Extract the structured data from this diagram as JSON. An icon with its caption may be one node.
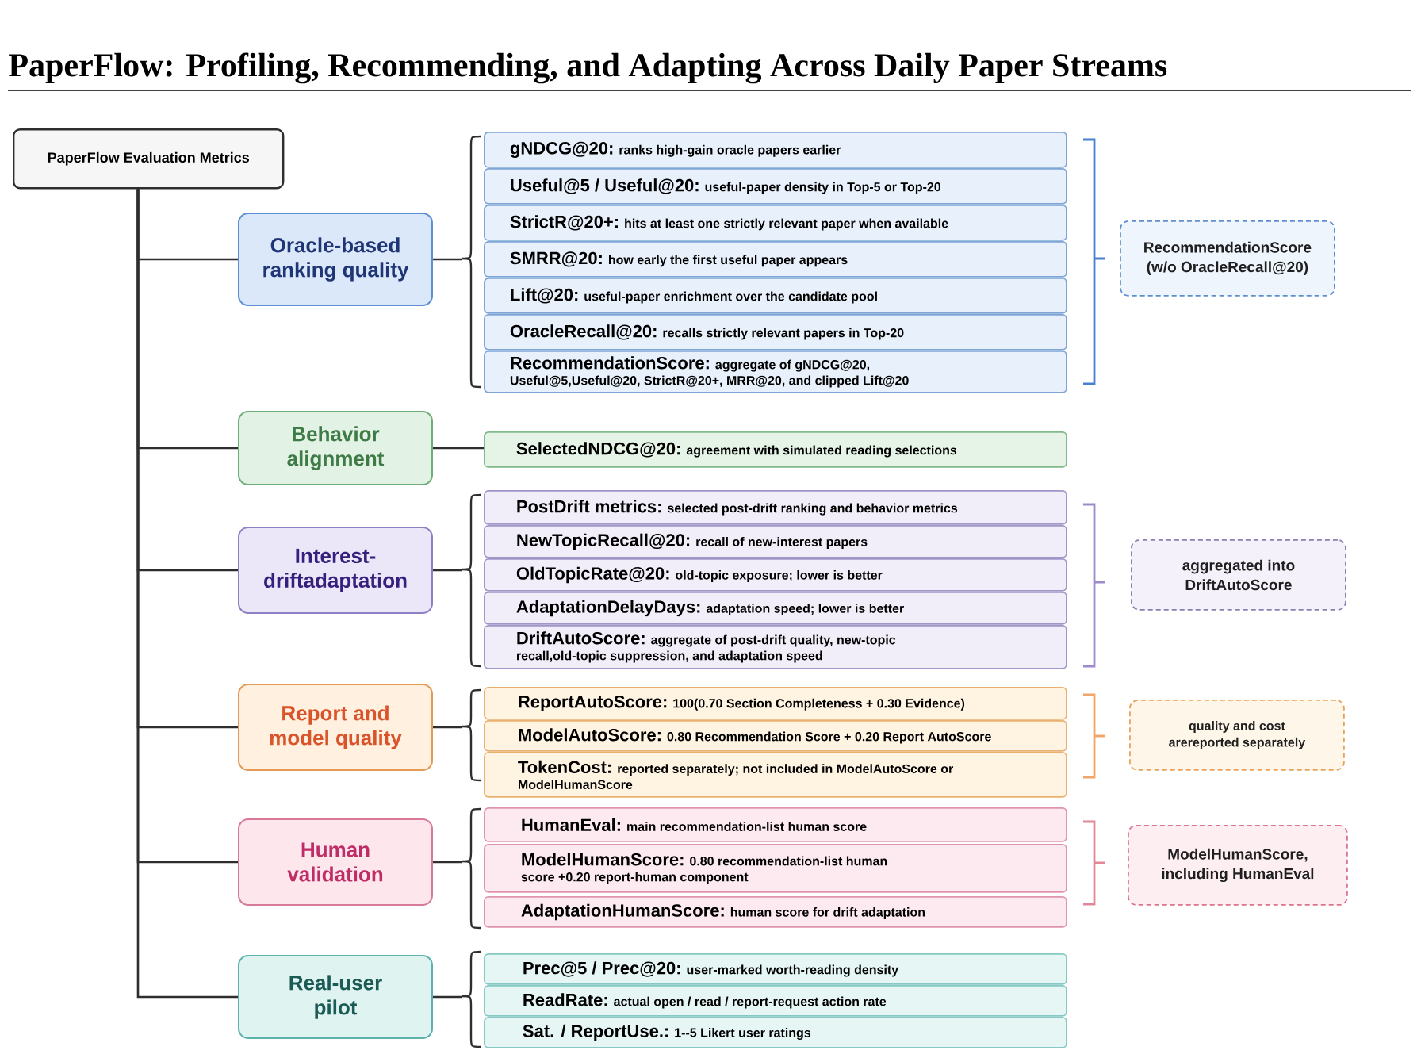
{
  "diagram": {
    "title": "PaperFlow: Profiling, Recommending, and Adapting Across Daily Paper Streams",
    "nodes": [
      {
        "text": [
          "PaperFlow Evaluation Metrics"
        ]
      },
      {
        "text": [
          "Oracle-based ranking quality"
        ]
      },
      {
        "text": [],
        "shape": "brace"
      },
      {
        "text": [
          "gNDCG@20:",
          "ranks high-gain oracle papers earlier"
        ]
      },
      {
        "text": [
          "Useful@5 / Useful@20:",
          "useful-paper density in Top-5 or Top-20"
        ]
      },
      {
        "text": [
          "StrictR@20+:",
          "hits at least one strictly relevant paper when available"
        ]
      },
      {
        "text": [
          "SMRR@20:",
          "how early the first useful paper appears"
        ]
      },
      {
        "text": [
          "Lift@20:",
          "useful-paper enrichment over the candidate pool"
        ]
      },
      {
        "text": [
          "OracleRecall@20:",
          "recalls strictly relevant papers in Top-20"
        ]
      },
      {
        "text": [
          "RecommendationScore:",
          "aggregate of gNDCG@20, Useful@5,Useful@20, StrictR@20+, MRR@20, and clipped Lift@20"
        ]
      },
      {
        "text": [
          "RecommendationScore (w/o OracleRecall@20)"
        ]
      },
      {
        "text": [
          "Behavior alignment"
        ]
      },
      {
        "text": [
          "SelectedNDCG@20:",
          "agreement with simulated reading selections"
        ]
      },
      {
        "text": [
          "Interest-driftadaptation"
        ]
      },
      {
        "text": [],
        "shape": "brace"
      },
      {
        "text": [
          "PostDrift metrics:",
          "selected post-drift ranking and behavior metrics"
        ]
      },
      {
        "text": [
          "NewTopicRecall@20:",
          "recall of new-interest papers"
        ]
      },
      {
        "text": [
          "OldTopicRate@20:",
          "old-topic exposure; lower is better"
        ]
      },
      {
        "text": [
          "AdaptationDelayDays:",
          "adaptation speed; lower is better"
        ]
      },
      {
        "text": [
          "DriftAutoScore:",
          "aggregate of post-drift quality, new-topic recall,old-topic suppression, and adaptation speed"
        ]
      },
      {
        "text": [
          "aggregated into DriftAutoScore"
        ]
      },
      {
        "text": [
          "Report and model quality"
        ]
      },
      {
        "text": [],
        "shape": "brace"
      },
      {
        "text": [
          "ReportAutoScore:",
          "100(0.70 Section Completeness + 0.30 Evidence)"
        ]
      },
      {
        "text": [
          "ModelAutoScore:",
          "0.80 Recommendation Score + 0.20 Report AutoScore"
        ]
      },
      {
        "text": [
          "TokenCost:",
          "reported separately; not included in ModelAutoScore or ModelHumanScore"
        ]
      },
      {
        "text": [
          "quality and cost arereported separately"
        ]
      },
      {
        "text": [
          "Human validation"
        ]
      },
      {
        "text": [],
        "shape": "brace"
      },
      {
        "text": [
          "HumanEval:",
          "main recommendation-list human score"
        ]
      },
      {
        "text": [
          "ModelHumanScore:",
          "0.80 recommendation-list human score +0.20 report-human component"
        ]
      },
      {
        "text": [
          "AdaptationHumanScore:",
          "human score for drift adaptation"
        ]
      },
      {
        "text": [
          "ModelHumanScore, including HumanEval"
        ]
      },
      {
        "text": [
          "Real-user pilot"
        ]
      },
      {
        "text": [],
        "shape": "brace"
      },
      {
        "text": [
          "Prec@5 / Prec@20:",
          "user-marked worth-reading density"
        ]
      },
      {
        "text": [
          "ReadRate:",
          "actual open / read / report-request action rate"
        ]
      },
      {
        "text": [
          "Sat. / ReportUse.:",
          "1--5 Likert user ratings"
        ]
      }
    ],
    "edges": [
      {
        "from": 0,
        "to": 1,
        "arrow": "none"
      },
      {
        "from": 1,
        "to": 2,
        "arrow": "none"
      },
      {
        "from": 0,
        "to": 11,
        "arrow": "none"
      },
      {
        "from": 11,
        "to": 12,
        "arrow": "none"
      },
      {
        "from": 0,
        "to": 13,
        "arrow": "none"
      },
      {
        "from": 13,
        "to": 14,
        "arrow": "none"
      },
      {
        "from": 0,
        "to": 21,
        "arrow": "none"
      },
      {
        "from": 21,
        "to": 22,
        "arrow": "none"
      },
      {
        "from": 0,
        "to": 27,
        "arrow": "none"
      },
      {
        "from": 27,
        "to": 28,
        "arrow": "none"
      },
      {
        "from": 0,
        "to": 33,
        "arrow": "none"
      },
      {
        "from": 33,
        "to": 34,
        "arrow": "none"
      }
    ]
  }
}
